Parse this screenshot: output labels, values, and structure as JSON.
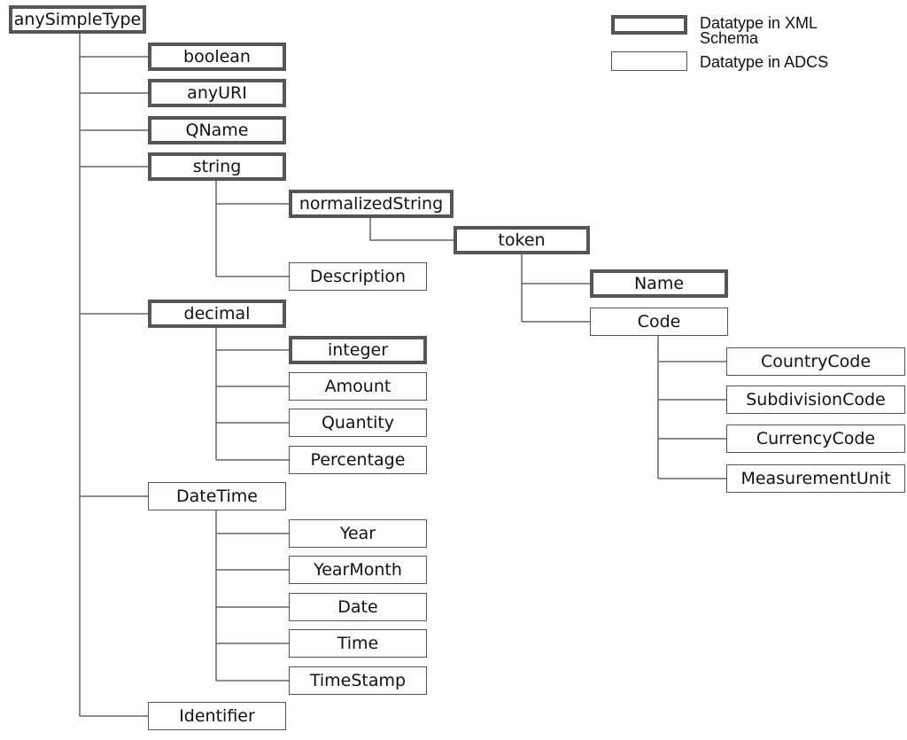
{
  "legend": {
    "xml_label_line1": "Datatype in XML",
    "xml_label_line2": "Schema",
    "adcs_label": "Datatype in ADCS"
  },
  "nodes": {
    "anySimpleType": "anySimpleType",
    "boolean": "boolean",
    "anyURI": "anyURI",
    "QName": "QName",
    "string": "string",
    "normalizedString": "normalizedString",
    "token": "token",
    "Description": "Description",
    "Name": "Name",
    "Code": "Code",
    "decimal": "decimal",
    "integer": "integer",
    "Amount": "Amount",
    "Quantity": "Quantity",
    "Percentage": "Percentage",
    "CountryCode": "CountryCode",
    "SubdivisionCode": "SubdivisionCode",
    "CurrencyCode": "CurrencyCode",
    "MeasurementUnit": "MeasurementUnit",
    "DateTime": "DateTime",
    "Year": "Year",
    "YearMonth": "YearMonth",
    "Date": "Date",
    "Time": "Time",
    "TimeStamp": "TimeStamp",
    "Identifier": "Identifier"
  },
  "colors": {
    "border": "#555555",
    "connector": "#666666",
    "text": "#111111"
  }
}
